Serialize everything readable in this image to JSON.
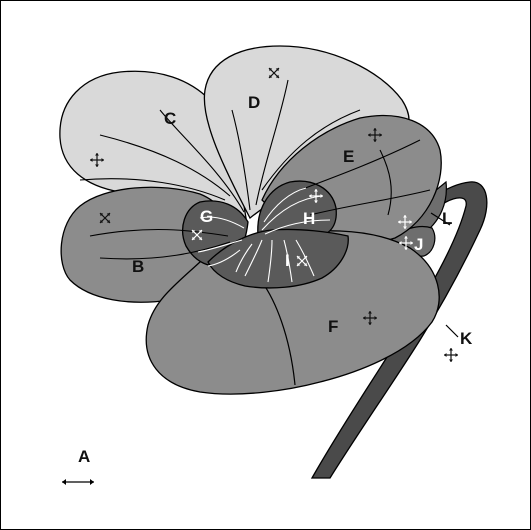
{
  "labels": {
    "A": "A",
    "B": "B",
    "C": "C",
    "D": "D",
    "E": "E",
    "F": "F",
    "G": "G",
    "H": "H",
    "I": "I",
    "J": "J",
    "K": "K",
    "L": "L"
  },
  "colors": {
    "petal_light": "#d9d9d9",
    "petal_mid": "#8c8c8c",
    "petal_dark": "#5a5a5a",
    "stem": "#4a4a4a",
    "outline": "#000000"
  },
  "icons": {
    "move_cross": "four-way-arrow-icon",
    "diagonal_cross": "diagonal-arrows-icon",
    "scale_bar": "double-arrow-icon"
  }
}
